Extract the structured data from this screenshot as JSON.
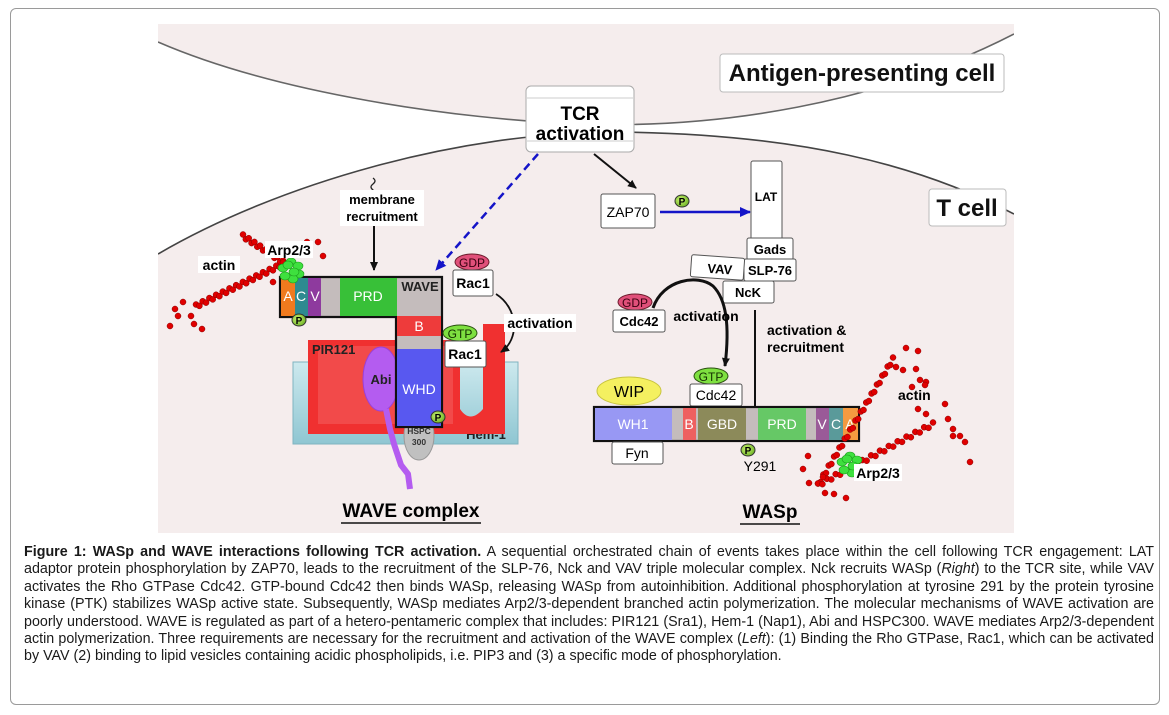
{
  "figure": {
    "labels": {
      "apc": "Antigen-presenting cell",
      "tcell": "T cell",
      "tcr_line1": "TCR",
      "tcr_line2": "activation",
      "membrane_line1": "membrane",
      "membrane_line2": "recruitment",
      "actin_left": "actin",
      "actin_right": "actin",
      "arp_left": "Arp2/3",
      "arp_right": "Arp2/3",
      "zap70": "ZAP70",
      "lat": "LAT",
      "gads": "Gads",
      "slp76": "SLP-76",
      "vav": "VAV",
      "nck": "NcK",
      "p": "P",
      "gdp": "GDP",
      "gtp": "GTP",
      "rac1": "Rac1",
      "cdc42": "Cdc42",
      "activation": "activation",
      "act_recruit_line1": "activation &",
      "act_recruit_line2": "recruitment",
      "wip": "WIP",
      "fyn": "Fyn",
      "y291": "Y291",
      "pir121": "PIR121",
      "abi": "Abi",
      "hspc_line1": "HSPC",
      "hspc_line2": "300",
      "hem1": "Hem-1",
      "wave_complex": "WAVE complex",
      "wasp": "WASp"
    },
    "wave_domains": [
      "A",
      "C",
      "V",
      "PRD",
      "WAVE",
      "B",
      "WHD"
    ],
    "wasp_domains": [
      "WH1",
      "B",
      "GBD",
      "PRD",
      "V",
      "C",
      "A"
    ],
    "colors": {
      "background": "#f5eded",
      "domain_A": "#f07a1e",
      "domain_C": "#2e8a90",
      "domain_V": "#8e3a9e",
      "domain_PRD": "#38c038",
      "domain_B": "#ee3b3b",
      "domain_WHD": "#5858f0",
      "wasp_WH1": "#9898f4",
      "wasp_GBD": "#8c8a5a",
      "wasp_PRD": "#66c866",
      "actin": "#e00000",
      "arp": "#3ee03e",
      "gdp": "#e0507a",
      "gtp": "#7ee040",
      "pir121": "#f03030",
      "hem1": "#a9d8e0",
      "abi": "#b45cf0",
      "wip": "#f4f060",
      "arrow_blue": "#1414c8"
    }
  },
  "caption": {
    "title": "Figure 1: WASp and WAVE interactions following TCR activation.",
    "part1": " A sequential orchestrated chain of events takes place within the cell following TCR engagement: LAT adaptor protein phosphorylation by ZAP70, leads to the recruitment of the SLP-76, Nck and VAV triple molecular complex. Nck recruits WASp (",
    "right_word": "Right",
    "part2": ") to the TCR site, while VAV activates the Rho GTPase Cdc42. GTP-bound Cdc42 then binds WASp, releasing WASp from autoinhibition. Additional phosphorylation at tyrosine 291 by the protein tyrosine kinase (PTK) stabilizes WASp active state. Subsequently, WASp mediates Arp2/3-dependent branched actin polymerization. The molecular mechanisms of WAVE activation are poorly understood. WAVE is regulated as part of a hetero-pentameric complex that includes: PIR121 (Sra1), Hem-1 (Nap1), Abi and HSPC300. WAVE mediates Arp2/3-dependent actin polymerization. Three requirements are necessary for the recruitment and activation of the WAVE complex (",
    "left_word": "Left",
    "part3": "): (1) Binding the Rho GTPase, Rac1, which can be activated by VAV (2) binding to lipid vesicles containing acidic phospholipids, i.e. PIP3 and (3) a specific mode of phosphorylation."
  }
}
